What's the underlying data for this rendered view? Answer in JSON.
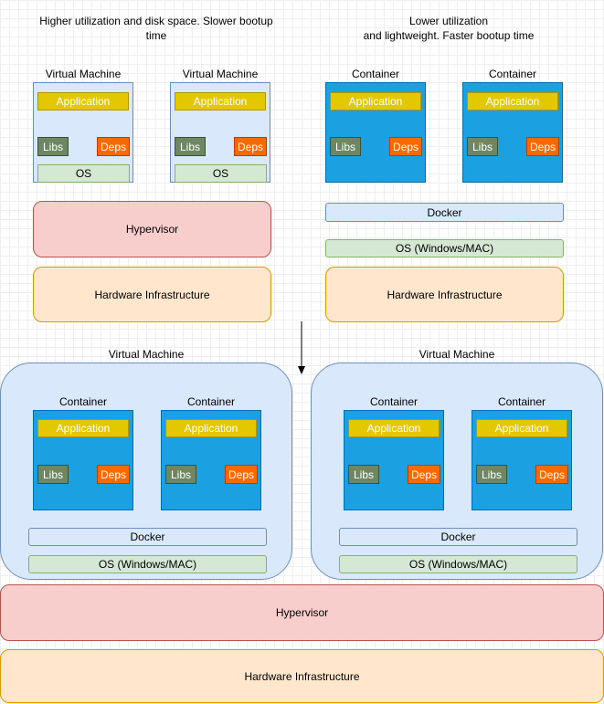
{
  "captions": {
    "left": "Higher utilization and disk space. Slower bootup time",
    "right_line1": "Lower utilization",
    "right_line2": "and lightweight. Faster bootup time"
  },
  "labels": {
    "virtual_machine": "Virtual Machine",
    "container": "Container",
    "application": "Application",
    "libs": "Libs",
    "deps": "Deps",
    "os": "OS",
    "os_full": "OS (Windows/MAC)",
    "docker": "Docker",
    "hypervisor": "Hypervisor",
    "hardware": "Hardware Infrastructure"
  }
}
